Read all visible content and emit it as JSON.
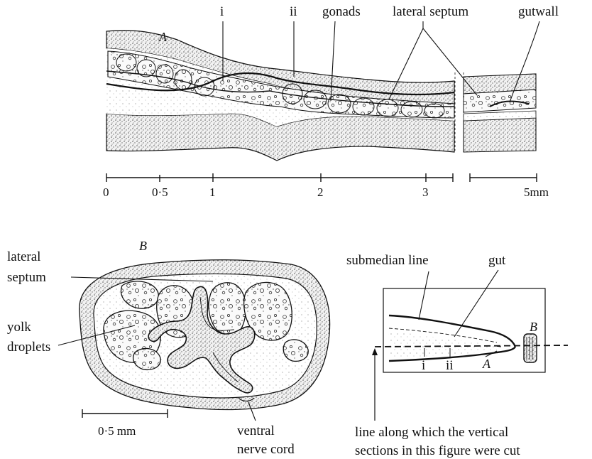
{
  "panel_a": {
    "letter": "A",
    "labels": {
      "i": "i",
      "ii": "ii",
      "gonads": "gonads",
      "lateral_septum": "lateral septum",
      "gutwall": "gutwall"
    },
    "scale_ticks": [
      "0",
      "0·5",
      "1",
      "2",
      "3",
      "5mm"
    ]
  },
  "panel_b": {
    "letter": "B",
    "labels": {
      "lateral_line1": "lateral",
      "lateral_line2": "septum",
      "yolk_line1": "yolk",
      "yolk_line2": "droplets",
      "ventral_line1": "ventral",
      "ventral_line2": "nerve cord"
    },
    "scale_label": "0·5 mm"
  },
  "inset": {
    "labels": {
      "submedian": "submedian line",
      "gut": "gut",
      "i": "i",
      "ii": "ii",
      "a": "A",
      "b": "B"
    },
    "caption_line1": "line along which the vertical",
    "caption_line2": "sections in this figure were cut"
  }
}
